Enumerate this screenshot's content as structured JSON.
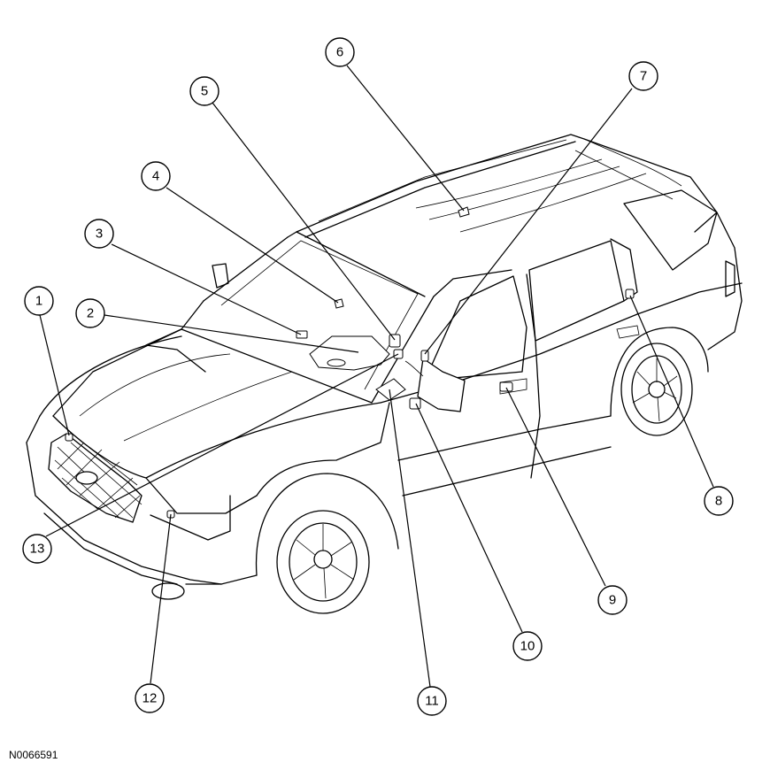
{
  "figure_id": "N0066591",
  "callouts": [
    "1",
    "2",
    "3",
    "4",
    "5",
    "6",
    "7",
    "8",
    "9",
    "10",
    "11",
    "12",
    "13"
  ]
}
